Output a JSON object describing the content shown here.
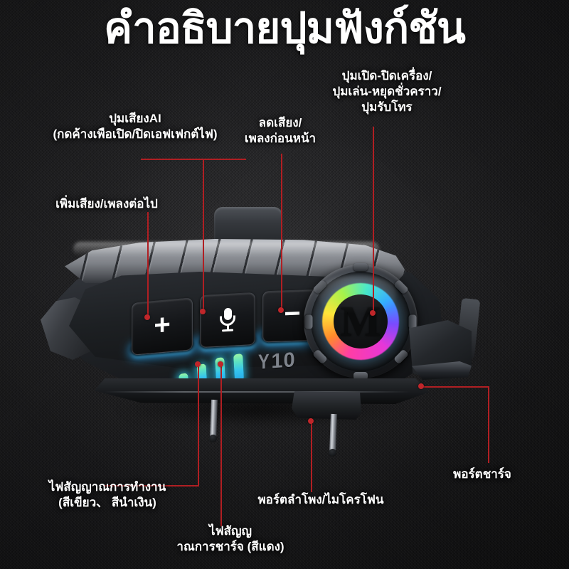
{
  "page": {
    "title": "คำอธิบายปุมฟังก์ชัน",
    "background_color": "#1c1c1c",
    "leader_line_color": "#b01f23"
  },
  "device": {
    "brand_model": "Y10",
    "brand_y": "Y",
    "brand_number": "10",
    "power_logo_letter": "M",
    "buttons": [
      {
        "name": "volume-up",
        "glyph": "+"
      },
      {
        "name": "ai-voice-mic",
        "glyph": "mic-icon"
      },
      {
        "name": "volume-down",
        "glyph": "−"
      }
    ],
    "led_indicator_count": 4,
    "led_colors": [
      "#9af5a6",
      "#5de2c2",
      "#34c4ef",
      "#25a9e8"
    ],
    "rgb_ring_colors": [
      "#ff3ea5",
      "#ff8a2b",
      "#ffe53b",
      "#9ef13a",
      "#35e6c3",
      "#2aa9ff",
      "#7a4bff",
      "#e637d8"
    ]
  },
  "callouts": {
    "power": {
      "line1": "ปุมเปิด-ปิดเครื่อง/",
      "line2": "ปุมเล่น-หยุดชั่วคราว/",
      "line3": "ปุมรับโทร"
    },
    "ai_voice": {
      "line1": "ปุมเสียงAI",
      "line2": "(กดค้างเพือเปิด/ปิดเอฟเฟกต์ไฟ)"
    },
    "volume_down": {
      "line1": "ลดเสียง/",
      "line2": "เพลงก่อนหน้า"
    },
    "volume_up": {
      "line1": "เพิ่มเสียง/เพลงต่อไป"
    },
    "status_led": {
      "line1": "ไฟสัญญาณการทำงาน",
      "line2": "(สีเขียว、 สีนำเงิน)"
    },
    "charge_led": {
      "line1": "ไฟสัญญ",
      "line2": "าณการชาร์จ (สีแดง)"
    },
    "speaker_mic_port": {
      "line1": "พอร์ตลำโพง/ไมโครโฟน"
    },
    "charging_port": {
      "line1": "พอร์ตชาร์จ"
    }
  }
}
